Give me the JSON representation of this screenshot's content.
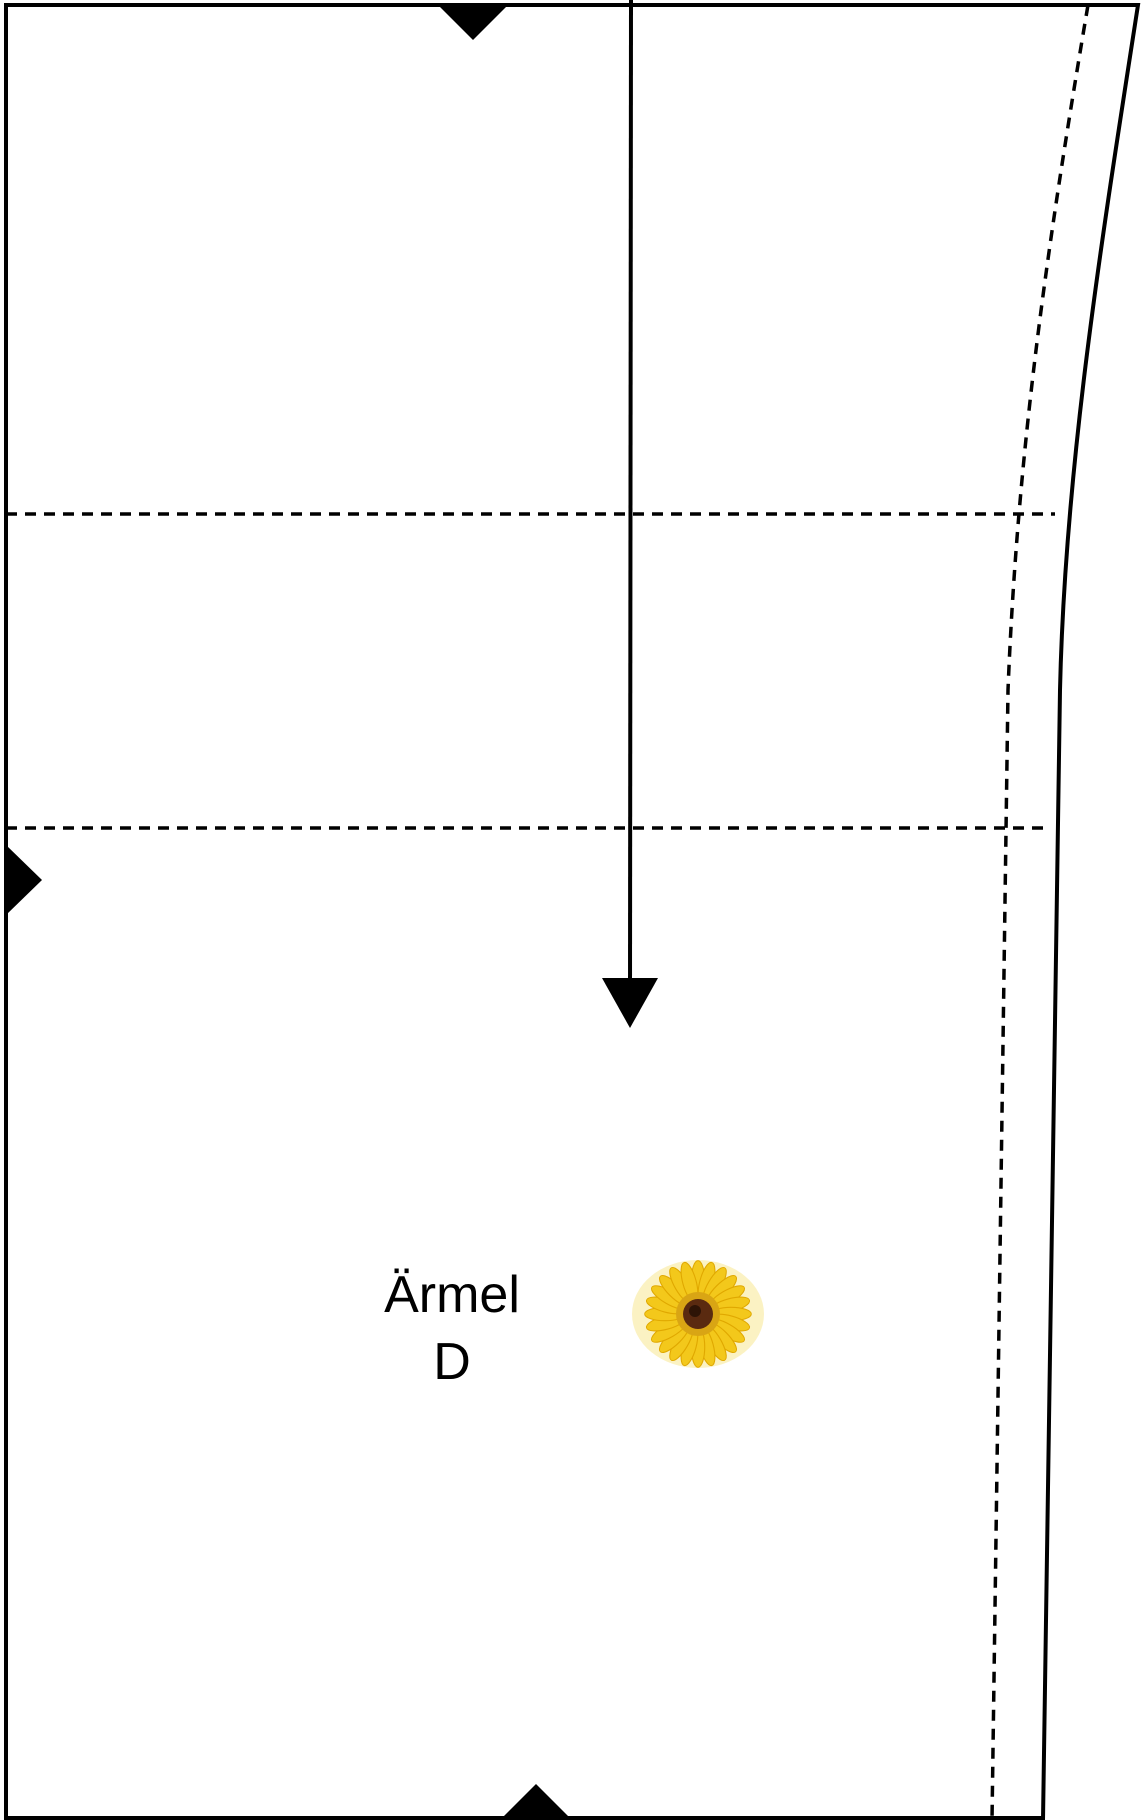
{
  "pattern_piece": {
    "name_line1": "Ärmel",
    "name_line2": "D"
  },
  "marks": {
    "notch_count": 3,
    "grainline": "vertical-arrow",
    "motif_icon": "sunflower-icon"
  },
  "colors": {
    "line": "#000000",
    "background": "#ffffff",
    "flower_petals": "#f3c81b",
    "flower_center": "#5a2a10"
  }
}
